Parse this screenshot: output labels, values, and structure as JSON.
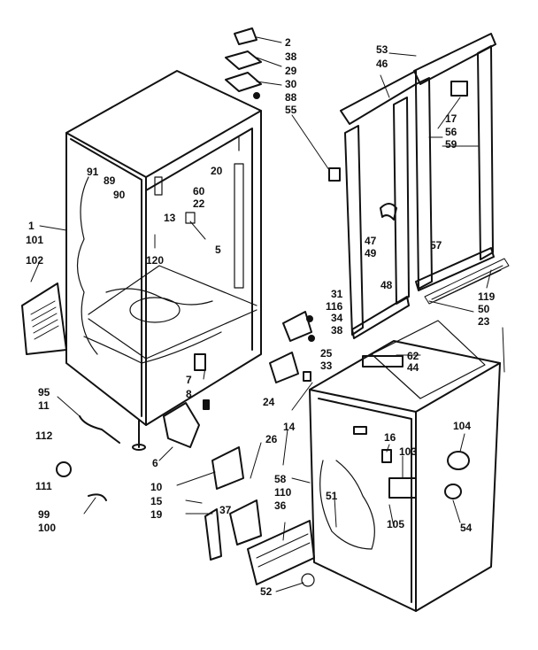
{
  "callouts": [
    "2",
    "38",
    "29",
    "30",
    "88",
    "55",
    "53",
    "46",
    "17",
    "56",
    "59",
    "91",
    "89",
    "90",
    "60",
    "22",
    "20",
    "13",
    "5",
    "1",
    "101",
    "102",
    "120",
    "47",
    "49",
    "48",
    "57",
    "119",
    "50",
    "23",
    "31",
    "116",
    "34",
    "38",
    "25",
    "33",
    "24",
    "7",
    "8",
    "62",
    "44",
    "95",
    "11",
    "112",
    "111",
    "99",
    "100",
    "6",
    "26",
    "14",
    "10",
    "58",
    "15",
    "110",
    "19",
    "36",
    "37",
    "52",
    "16",
    "103",
    "104",
    "51",
    "54",
    "105"
  ]
}
